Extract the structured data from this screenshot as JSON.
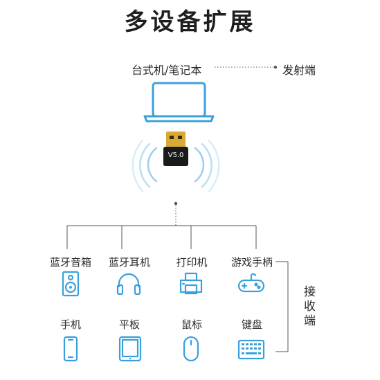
{
  "title": "多设备扩展",
  "sender": {
    "label": "台式机/笔记本",
    "role": "发射端"
  },
  "adapter": {
    "version": "V5.0"
  },
  "receiver": {
    "role": "接收端"
  },
  "devices_row1": [
    {
      "label": "蓝牙音箱",
      "icon": "speaker-icon"
    },
    {
      "label": "蓝牙耳机",
      "icon": "headphones-icon"
    },
    {
      "label": "打印机",
      "icon": "printer-icon"
    },
    {
      "label": "游戏手柄",
      "icon": "gamepad-icon"
    }
  ],
  "devices_row2": [
    {
      "label": "手机",
      "icon": "phone-icon"
    },
    {
      "label": "平板",
      "icon": "tablet-icon"
    },
    {
      "label": "鼠标",
      "icon": "mouse-icon"
    },
    {
      "label": "键盘",
      "icon": "keyboard-icon"
    }
  ],
  "colors": {
    "accent": "#3aa0dc",
    "laptop": "#3aa0dc",
    "adapter_body": "#1a1a1a",
    "adapter_connector": "#d9a93a"
  }
}
